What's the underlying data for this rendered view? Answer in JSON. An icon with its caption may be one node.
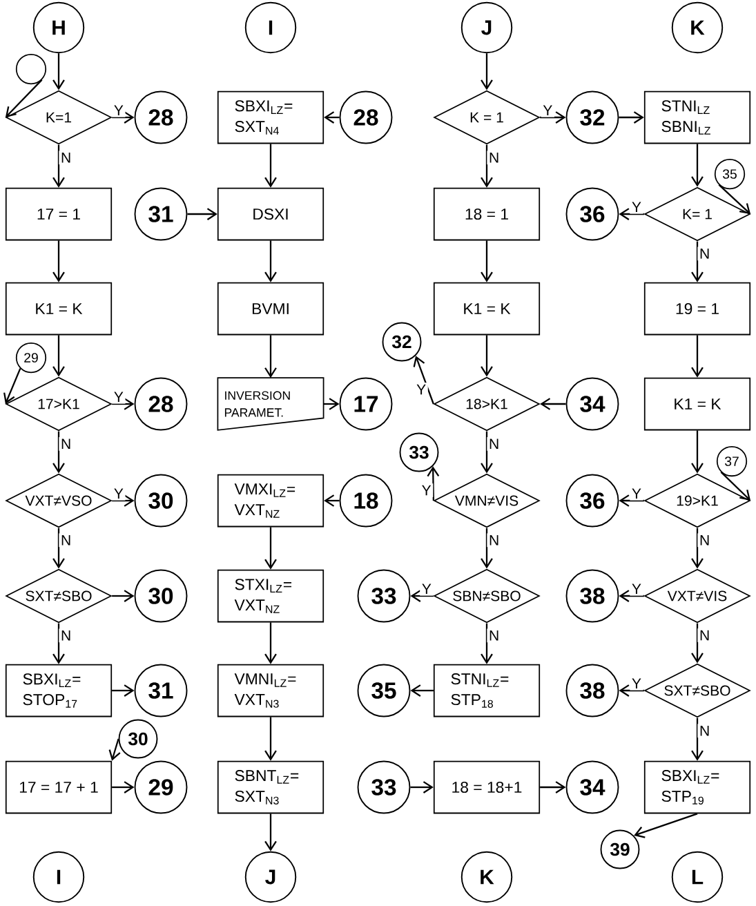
{
  "diagram": {
    "nodes": [
      {
        "text": [
          "H"
        ]
      },
      {
        "text": [
          "I"
        ]
      },
      {
        "text": [
          "J"
        ]
      },
      {
        "text": [
          "K"
        ]
      },
      {
        "text": [],
        "shape": "circle"
      },
      {
        "text": [
          "K=1"
        ]
      },
      {
        "text": [
          "28"
        ]
      },
      {
        "text": [
          "SBXI$_{LZ}$= SXT$_{N4}$"
        ]
      },
      {
        "text": [
          "28"
        ]
      },
      {
        "text": [
          "K = 1"
        ]
      },
      {
        "text": [
          "32"
        ]
      },
      {
        "text": [
          "STNI$_{LZ}$ SBNI$_{LZ}$"
        ]
      },
      {
        "text": [
          "35"
        ]
      },
      {
        "text": [
          "17 = 1"
        ]
      },
      {
        "text": [
          "31"
        ]
      },
      {
        "text": [
          "DSXI"
        ]
      },
      {
        "text": [
          "18 = 1"
        ]
      },
      {
        "text": [
          "36"
        ]
      },
      {
        "text": [
          "K= 1"
        ]
      },
      {
        "text": [
          "K1 = K"
        ]
      },
      {
        "text": [
          "BVMI"
        ]
      },
      {
        "text": [
          "K1 = K"
        ]
      },
      {
        "text": [
          "19 = 1"
        ]
      },
      {
        "text": [
          "29"
        ]
      },
      {
        "text": [
          "32"
        ]
      },
      {
        "text": [
          "17>K1"
        ]
      },
      {
        "text": [
          "28"
        ]
      },
      {
        "text": [
          "INVERSION PARAMET."
        ]
      },
      {
        "text": [
          "17"
        ]
      },
      {
        "text": [
          "18>K1"
        ]
      },
      {
        "text": [
          "34"
        ]
      },
      {
        "text": [
          "K1 = K"
        ]
      },
      {
        "text": [
          "33"
        ]
      },
      {
        "text": [
          "37"
        ]
      },
      {
        "text": [
          "VXT≠VSO"
        ]
      },
      {
        "text": [
          "30"
        ]
      },
      {
        "text": [
          "VMXI$_{LZ}$= VXT$_{NZ}$"
        ]
      },
      {
        "text": [
          "18"
        ]
      },
      {
        "text": [
          "VMN≠VIS"
        ]
      },
      {
        "text": [
          "36"
        ]
      },
      {
        "text": [
          "19>K1"
        ]
      },
      {
        "text": [
          "SXT≠SBO"
        ]
      },
      {
        "text": [
          "30"
        ]
      },
      {
        "text": [
          "STXI$_{LZ}$= VXT$_{NZ}$"
        ]
      },
      {
        "text": [
          "33"
        ]
      },
      {
        "text": [
          "SBN≠SBO"
        ]
      },
      {
        "text": [
          "38"
        ]
      },
      {
        "text": [
          "VXT≠VIS"
        ]
      },
      {
        "text": [
          "SBXI$_{LZ}$= STOP$_{17}$"
        ]
      },
      {
        "text": [
          "31"
        ]
      },
      {
        "text": [
          "VMNI$_{LZ}$= VXT$_{N3}$"
        ]
      },
      {
        "text": [
          "STNI$_{LZ}$= STP$_{18}$"
        ]
      },
      {
        "text": [
          "35"
        ]
      },
      {
        "text": [
          "38"
        ]
      },
      {
        "text": [
          "SXT≠SBO"
        ]
      },
      {
        "text": [
          "30"
        ]
      },
      {
        "text": [
          "17 = 17 + 1"
        ]
      },
      {
        "text": [
          "29"
        ]
      },
      {
        "text": [
          "SBNT$_{LZ}$= SXT$_{N3}$"
        ]
      },
      {
        "text": [
          "33"
        ]
      },
      {
        "text": [
          "18 = 18+1"
        ]
      },
      {
        "text": [
          "34"
        ]
      },
      {
        "text": [
          "SBXI$_{LZ}$= STP$_{19}$"
        ]
      },
      {
        "text": [
          "39"
        ]
      },
      {
        "text": [
          "I"
        ]
      },
      {
        "text": [
          "J"
        ]
      },
      {
        "text": [
          "K"
        ]
      },
      {
        "text": [
          "L"
        ]
      }
    ],
    "edges": [
      {
        "from": 0,
        "to": 5,
        "arrow": "to"
      },
      {
        "from": 4,
        "to": 5,
        "arrow": "to"
      },
      {
        "from": 5,
        "to": 6,
        "arrow": "to",
        "label": "Y"
      },
      {
        "from": 5,
        "to": 13,
        "arrow": "to",
        "label": "N"
      },
      {
        "from": 8,
        "to": 7,
        "arrow": "to"
      },
      {
        "from": 7,
        "to": 15,
        "arrow": "to"
      },
      {
        "from": 2,
        "to": 9,
        "arrow": "to"
      },
      {
        "from": 9,
        "to": 10,
        "arrow": "to",
        "label": "Y"
      },
      {
        "from": 9,
        "to": 16,
        "arrow": "to",
        "label": "N"
      },
      {
        "from": 10,
        "to": 11,
        "arrow": "to"
      },
      {
        "from": 11,
        "to": 18,
        "arrow": "to"
      },
      {
        "from": 12,
        "to": 18,
        "arrow": "to"
      },
      {
        "from": 14,
        "to": 15,
        "arrow": "to"
      },
      {
        "from": 18,
        "to": 17,
        "arrow": "to",
        "label": "Y"
      },
      {
        "from": 18,
        "to": 22,
        "arrow": "to",
        "label": "N"
      },
      {
        "from": 13,
        "to": 19,
        "arrow": "to"
      },
      {
        "from": 15,
        "to": 20,
        "arrow": "to"
      },
      {
        "from": 16,
        "to": 21,
        "arrow": "to"
      },
      {
        "from": 22,
        "to": 31,
        "arrow": "to"
      },
      {
        "from": 19,
        "to": 25,
        "arrow": "to"
      },
      {
        "from": 23,
        "to": 25,
        "arrow": "to"
      },
      {
        "from": 20,
        "to": 27,
        "arrow": "to"
      },
      {
        "from": 21,
        "to": 29,
        "arrow": "to"
      },
      {
        "from": 25,
        "to": 26,
        "arrow": "to",
        "label": "Y"
      },
      {
        "from": 25,
        "to": 34,
        "arrow": "to",
        "label": "N"
      },
      {
        "from": 27,
        "to": 28,
        "arrow": "to"
      },
      {
        "from": 29,
        "to": 24,
        "arrow": "to",
        "label": "Y"
      },
      {
        "from": 30,
        "to": 29,
        "arrow": "to"
      },
      {
        "from": 29,
        "to": 38,
        "arrow": "to",
        "label": "N"
      },
      {
        "from": 31,
        "to": 40,
        "arrow": "to"
      },
      {
        "from": 33,
        "to": 40,
        "arrow": "to"
      },
      {
        "from": 34,
        "to": 35,
        "arrow": "to",
        "label": "Y"
      },
      {
        "from": 34,
        "to": 41,
        "arrow": "to",
        "label": "N"
      },
      {
        "from": 37,
        "to": 36,
        "arrow": "to"
      },
      {
        "from": 38,
        "to": 32,
        "arrow": "to",
        "label": "Y"
      },
      {
        "from": 38,
        "to": 45,
        "arrow": "to",
        "label": "N"
      },
      {
        "from": 40,
        "to": 39,
        "arrow": "to",
        "label": "Y"
      },
      {
        "from": 40,
        "to": 47,
        "arrow": "to",
        "label": "N"
      },
      {
        "from": 36,
        "to": 43,
        "arrow": "to"
      },
      {
        "from": 41,
        "to": 42,
        "arrow": "to"
      },
      {
        "from": 41,
        "to": 48,
        "arrow": "to",
        "label": "N"
      },
      {
        "from": 45,
        "to": 44,
        "arrow": "to",
        "label": "Y"
      },
      {
        "from": 45,
        "to": 51,
        "arrow": "to",
        "label": "N"
      },
      {
        "from": 47,
        "to": 46,
        "arrow": "to",
        "label": "Y"
      },
      {
        "from": 47,
        "to": 54,
        "arrow": "to",
        "label": "N"
      },
      {
        "from": 43,
        "to": 50,
        "arrow": "to"
      },
      {
        "from": 48,
        "to": 49,
        "arrow": "to"
      },
      {
        "from": 51,
        "to": 52,
        "arrow": "to"
      },
      {
        "from": 54,
        "to": 53,
        "arrow": "to",
        "label": "Y"
      },
      {
        "from": 54,
        "to": 62,
        "arrow": "to",
        "label": "N"
      },
      {
        "from": 55,
        "to": 56,
        "arrow": "to"
      },
      {
        "from": 50,
        "to": 58,
        "arrow": "to"
      },
      {
        "from": 56,
        "to": 57,
        "arrow": "to"
      },
      {
        "from": 58,
        "to": 65,
        "arrow": "to"
      },
      {
        "from": 59,
        "to": 60,
        "arrow": "to"
      },
      {
        "from": 60,
        "to": 61,
        "arrow": "to"
      },
      {
        "from": 62,
        "to": 63,
        "arrow": "to"
      }
    ]
  }
}
